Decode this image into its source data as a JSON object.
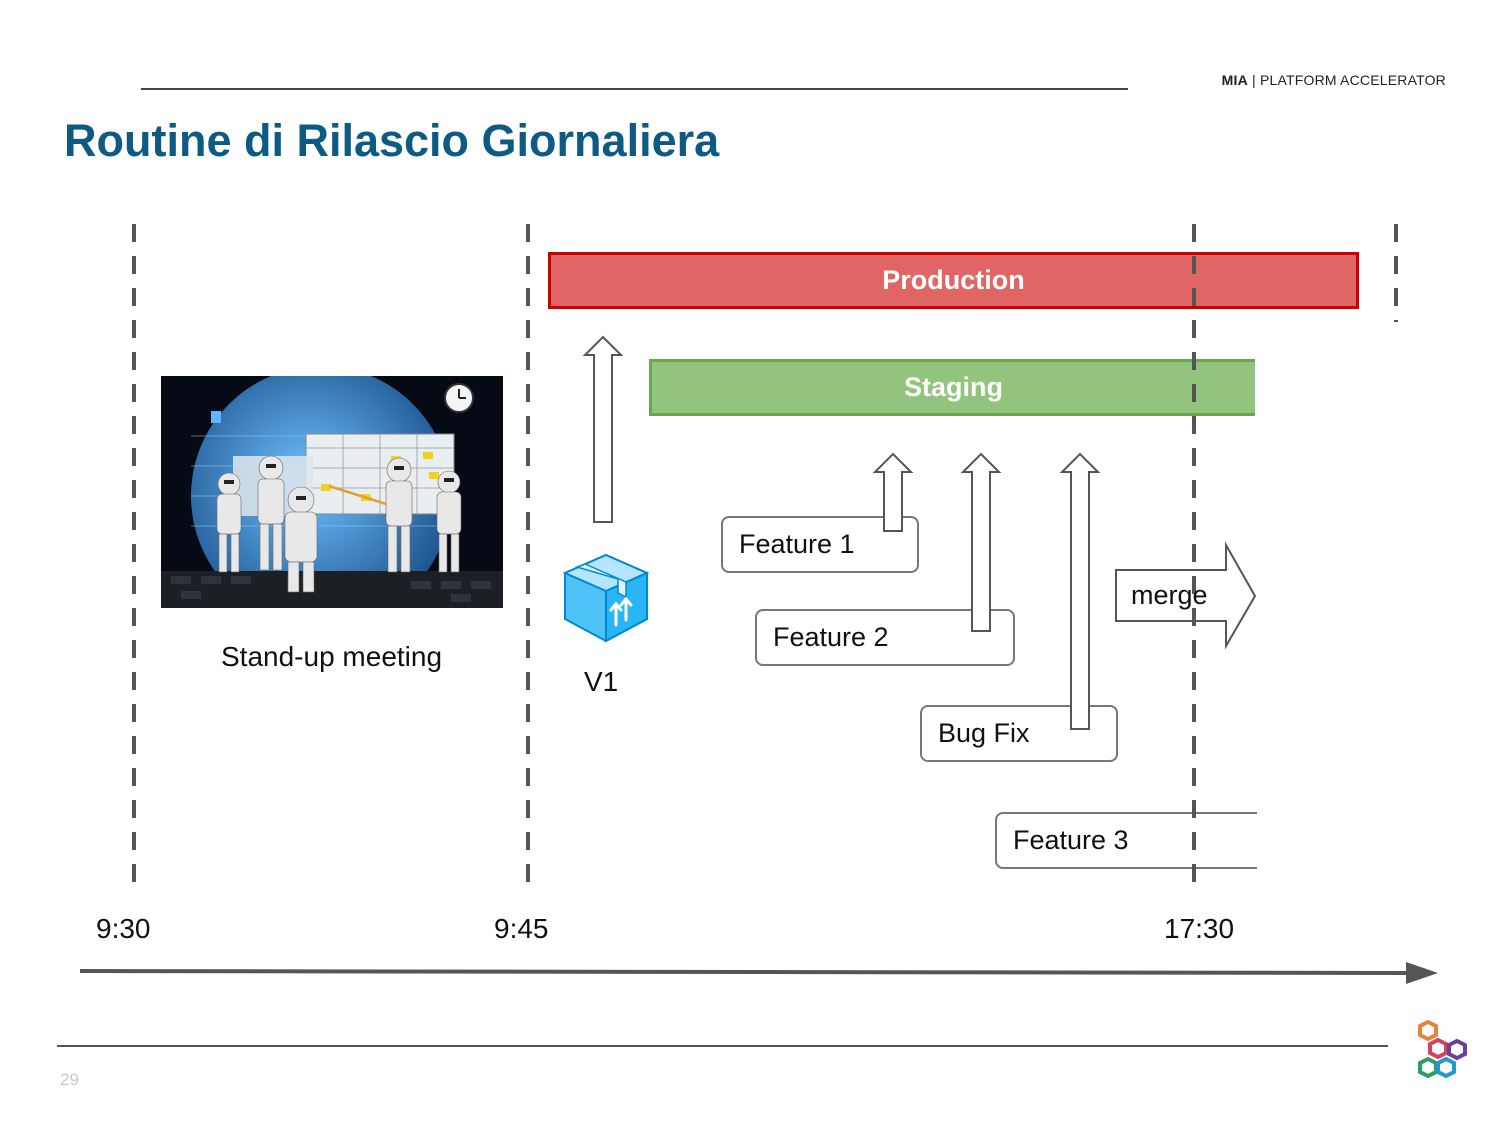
{
  "header": {
    "brand_bold": "MIA",
    "brand_rest": " | PLATFORM ACCELERATOR"
  },
  "title": "Routine di Rilascio Giornaliera",
  "environments": {
    "production": "Production",
    "staging": "Staging"
  },
  "items": {
    "feature1": "Feature 1",
    "feature2": "Feature 2",
    "bugfix": "Bug Fix",
    "feature3": "Feature 3",
    "merge": "merge"
  },
  "standup_label": "Stand-up meeting",
  "version_label": "V1",
  "timeline": {
    "t1": "9:30",
    "t2": "9:45",
    "t3": "17:30"
  },
  "page_number": "29",
  "colors": {
    "title": "#0d5a84",
    "production_fill": "#e06666",
    "production_border": "#cc0000",
    "staging_fill": "#93c47d",
    "staging_border": "#6aa84f",
    "package_icon": "#29b6f6"
  }
}
